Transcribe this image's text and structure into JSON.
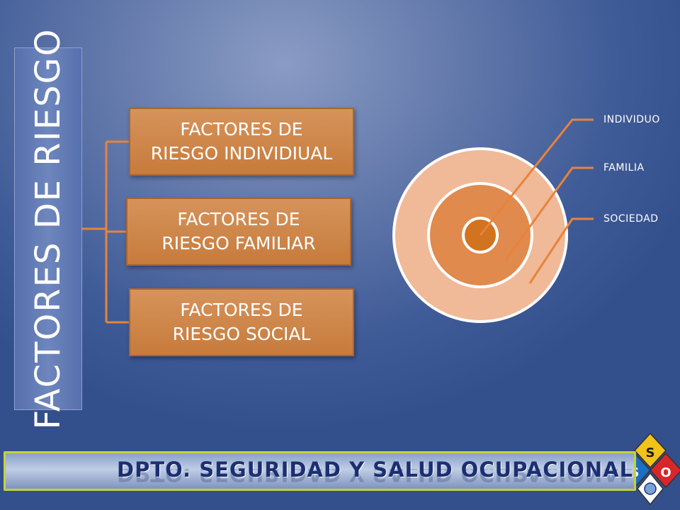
{
  "slide": {
    "vertical_title": "FACTORES DE RIESGO",
    "boxes": [
      {
        "line1": "FACTORES DE",
        "line2": "RIESGO INDIVIDIUAL"
      },
      {
        "line1": "FACTORES DE",
        "line2": "RIESGO FAMILIAR"
      },
      {
        "line1": "FACTORES DE",
        "line2": "RIESGO SOCIAL"
      }
    ],
    "target_labels": [
      "INDIVIDUO",
      "FAMILIA",
      "SOCIEDAD"
    ],
    "footer_title": "DPTO. SEGURIDAD Y SALUD OCUPACIONAL",
    "logo_letters": [
      "S",
      "S",
      "O"
    ]
  },
  "colors": {
    "box_orange": "#c77b3c",
    "outer_ring": "#f0b998",
    "middle_ring": "#e08a4d",
    "inner_dot": "#d2731f",
    "callout_line": "#e8833a",
    "footer_border": "#c5d23a"
  },
  "icons": {
    "logo": "sso-diamond-logo"
  }
}
